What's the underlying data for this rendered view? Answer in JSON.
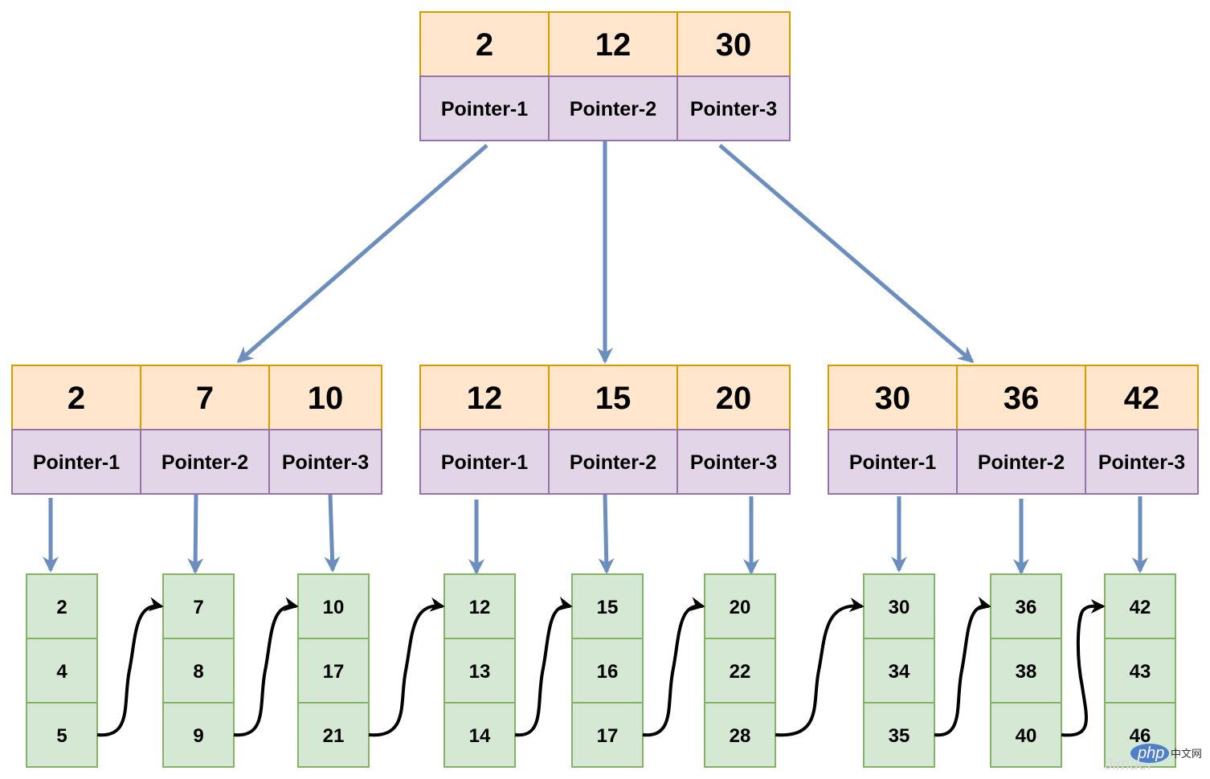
{
  "colors": {
    "key_fill": "#ffe6cc",
    "key_stroke": "#d79b00",
    "pointer_fill": "#e1d5e7",
    "pointer_stroke": "#9673a6",
    "leaf_fill": "#d5e8d4",
    "leaf_stroke": "#82b366",
    "tree_arrow": "#6c8ebf",
    "link_arrow": "#000000"
  },
  "root": {
    "keys": [
      "2",
      "12",
      "30"
    ],
    "pointers": [
      "Pointer-1",
      "Pointer-2",
      "Pointer-3"
    ]
  },
  "internal_nodes": [
    {
      "keys": [
        "2",
        "7",
        "10"
      ],
      "pointers": [
        "Pointer-1",
        "Pointer-2",
        "Pointer-3"
      ]
    },
    {
      "keys": [
        "12",
        "15",
        "20"
      ],
      "pointers": [
        "Pointer-1",
        "Pointer-2",
        "Pointer-3"
      ]
    },
    {
      "keys": [
        "30",
        "36",
        "42"
      ],
      "pointers": [
        "Pointer-1",
        "Pointer-2",
        "Pointer-3"
      ]
    }
  ],
  "leaves": [
    [
      "2",
      "4",
      "5"
    ],
    [
      "7",
      "8",
      "9"
    ],
    [
      "10",
      "17",
      "21"
    ],
    [
      "12",
      "13",
      "14"
    ],
    [
      "15",
      "16",
      "17"
    ],
    [
      "20",
      "22",
      "28"
    ],
    [
      "30",
      "34",
      "35"
    ],
    [
      "36",
      "38",
      "40"
    ],
    [
      "42",
      "43",
      "46"
    ]
  ],
  "watermark": {
    "logo_text": "php",
    "site_text": "中文网",
    "faint_text": "Jimuer"
  }
}
